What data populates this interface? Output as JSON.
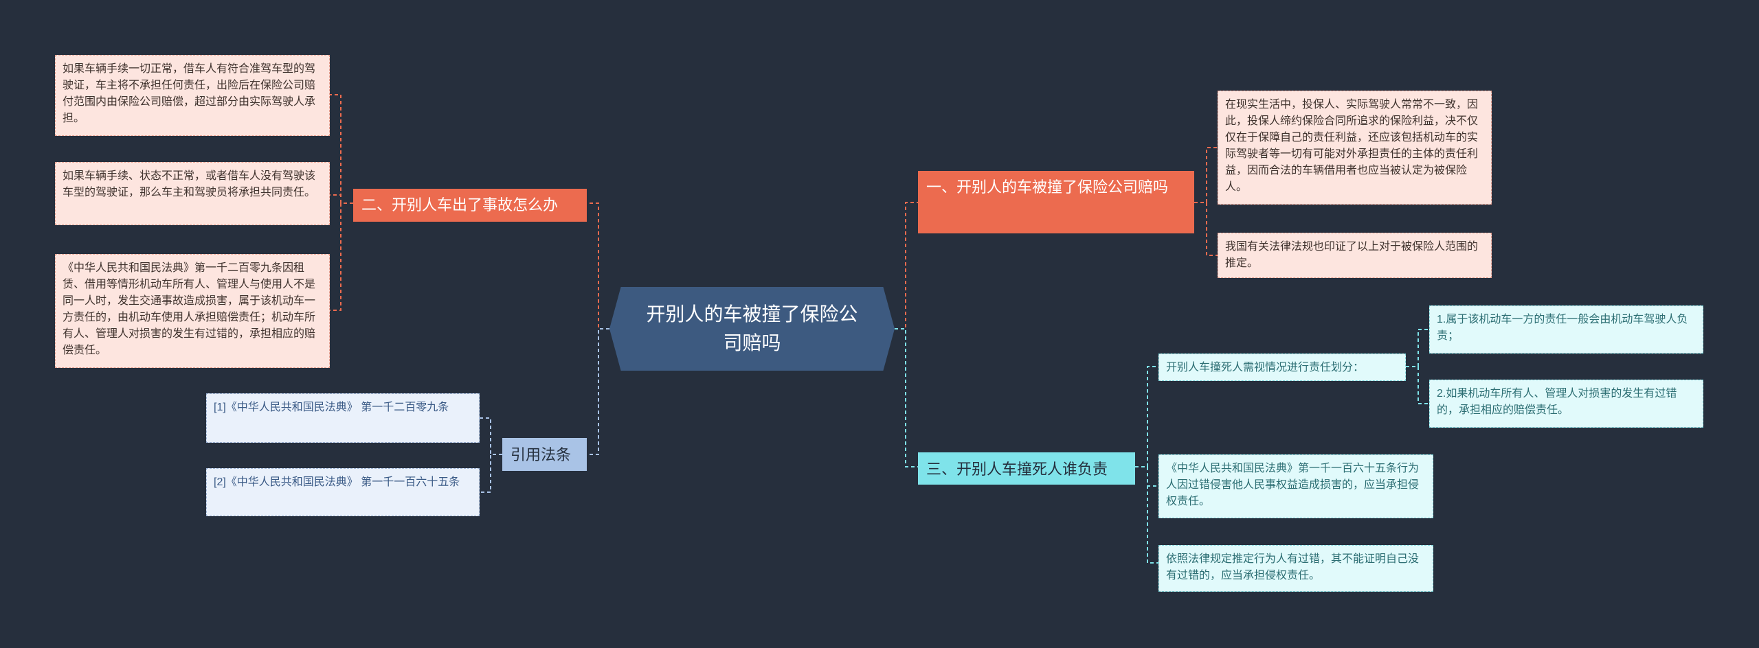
{
  "root": {
    "title": "开别人的车被撞了保险公司赔吗"
  },
  "branches": {
    "b1": {
      "title": "一、开别人的车被撞了保险公司赔吗",
      "leaves": [
        "在现实生活中，投保人、实际驾驶人常常不一致，因此，投保人缔约保险合同所追求的保险利益，决不仅仅在于保障自己的责任利益，还应该包括机动车的实际驾驶者等一切有可能对外承担责任的主体的责任利益，因而合法的车辆借用者也应当被认定为被保险人。",
        "我国有关法律法规也印证了以上对于被保险人范围的推定。"
      ]
    },
    "b2": {
      "title": "二、开别人车出了事故怎么办",
      "leaves": [
        "如果车辆手续一切正常，借车人有符合准驾车型的驾驶证，车主将不承担任何责任，出险后在保险公司赔付范围内由保险公司赔偿，超过部分由实际驾驶人承担。",
        "如果车辆手续、状态不正常，或者借车人没有驾驶该车型的驾驶证，那么车主和驾驶员将承担共同责任。",
        "《中华人民共和国民法典》第一千二百零九条因租赁、借用等情形机动车所有人、管理人与使用人不是同一人时，发生交通事故造成损害，属于该机动车一方责任的，由机动车使用人承担赔偿责任；机动车所有人、管理人对损害的发生有过错的，承担相应的赔偿责任。"
      ]
    },
    "b3": {
      "title": "三、开别人车撞死人谁负责",
      "sub": {
        "title": "开别人车撞死人需视情况进行责任划分：",
        "leaves": [
          "1.属于该机动车一方的责任一般会由机动车驾驶人负责；",
          "2.如果机动车所有人、管理人对损害的发生有过错的，承担相应的赔偿责任。"
        ]
      },
      "leaves": [
        "《中华人民共和国民法典》第一千一百六十五条行为人因过错侵害他人民事权益造成损害的，应当承担侵权责任。",
        "依照法律规定推定行为人有过错，其不能证明自己没有过错的，应当承担侵权责任。"
      ]
    },
    "b4": {
      "title": "引用法条",
      "leaves": [
        "[1]《中华人民共和国民法典》 第一千二百零九条",
        "[2]《中华人民共和国民法典》 第一千一百六十五条"
      ]
    }
  },
  "colors": {
    "background": "#262f3d",
    "root": "#3d5a80",
    "red": "#ec6b4f",
    "cyan": "#7fe3ea",
    "blue": "#a9c3e6"
  }
}
